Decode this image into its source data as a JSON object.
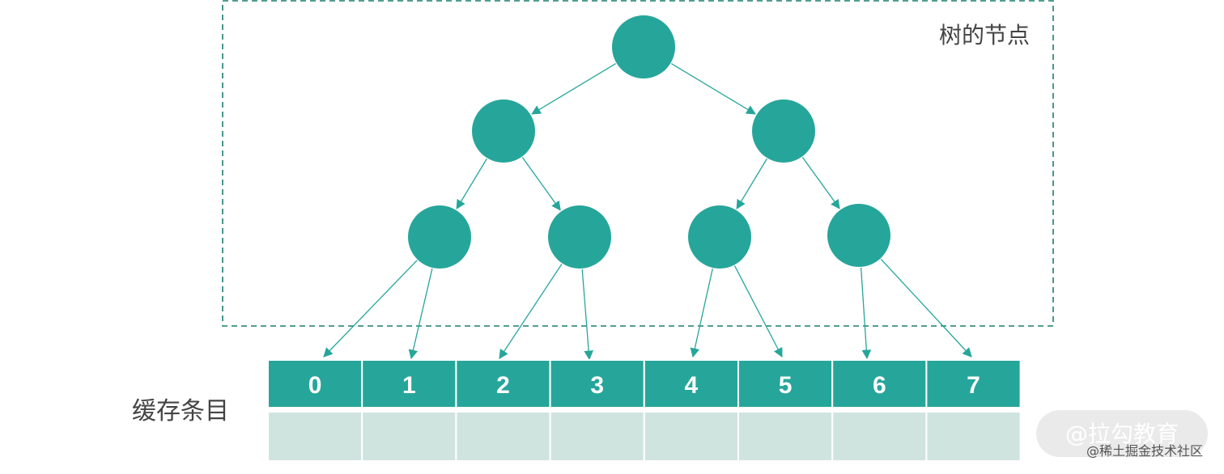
{
  "colors": {
    "node": "#26a69a",
    "edge": "#26a69a",
    "frame": "#1a7f6f",
    "cell_top": "#26a69a",
    "cell_bottom": "#cfe4df",
    "text_dark": "#444444",
    "watermark_bg": "#d9d9d9"
  },
  "labels": {
    "tree_nodes": "树的节点",
    "cache_entries": "缓存条目"
  },
  "cells": [
    "0",
    "1",
    "2",
    "3",
    "4",
    "5",
    "6",
    "7"
  ],
  "tree": {
    "root": {
      "children": [
        {
          "children": [
            {
              "leaf_targets": [
                0,
                1
              ]
            },
            {
              "leaf_targets": [
                2,
                3
              ]
            }
          ]
        },
        {
          "children": [
            {
              "leaf_targets": [
                4,
                5
              ]
            },
            {
              "leaf_targets": [
                6,
                7
              ]
            }
          ]
        }
      ]
    }
  },
  "watermark": {
    "line1": "@拉勾教育",
    "line2": "@稀土掘金技术社区"
  }
}
